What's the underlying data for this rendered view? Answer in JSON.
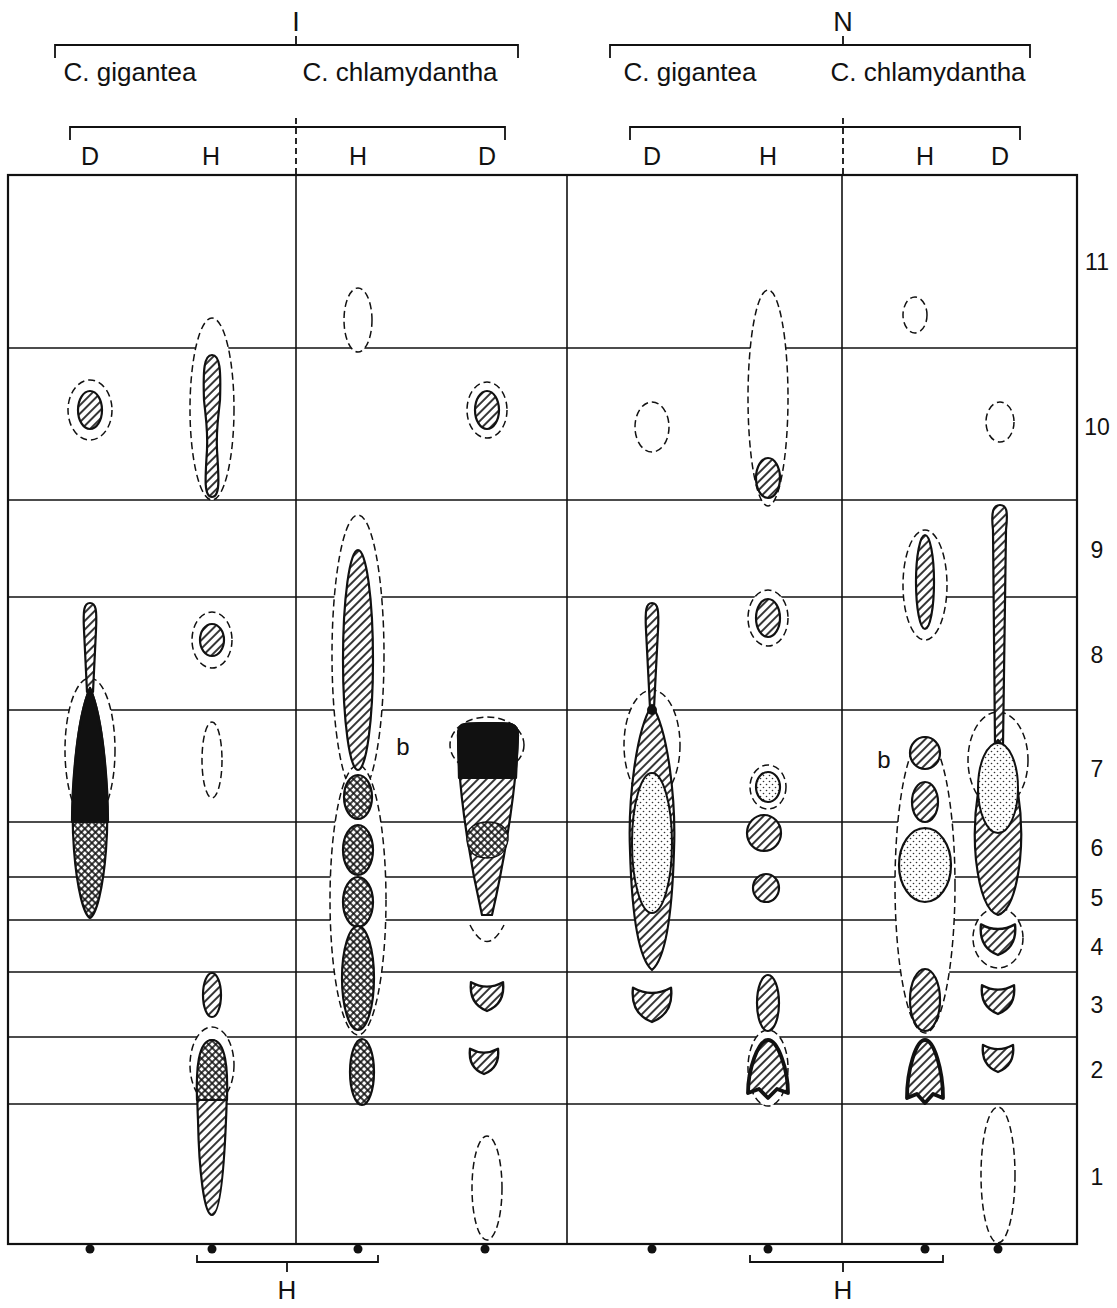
{
  "diagram": {
    "labels": [
      "I",
      "N",
      "C. gigantea",
      "C. chlamydantha",
      "C. gigantea",
      "C. chlamydantha",
      "D",
      "H",
      "H",
      "D",
      "D",
      "H",
      "H",
      "D",
      "11",
      "10",
      "9",
      "8",
      "7",
      "6",
      "5",
      "4",
      "3",
      "2",
      "1",
      "b",
      "b",
      "H",
      "H"
    ]
  }
}
